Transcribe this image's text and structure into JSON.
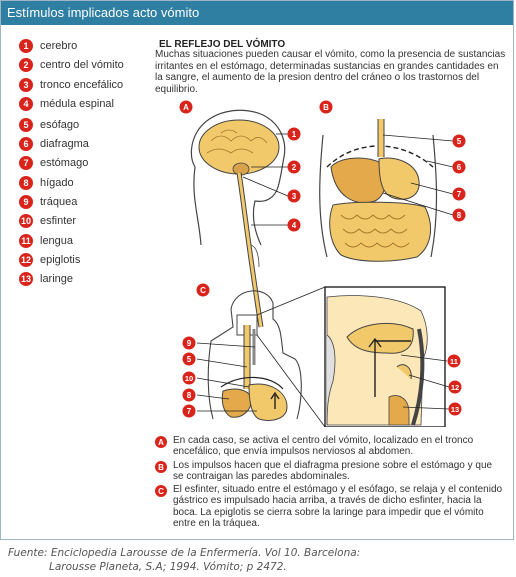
{
  "header": {
    "title": "Estímulos implicados acto vómito"
  },
  "legend": [
    {
      "num": "1",
      "label": "cerebro"
    },
    {
      "num": "2",
      "label": "centro del vómito"
    },
    {
      "num": "3",
      "label": "tronco encefálico"
    },
    {
      "num": "4",
      "label": "médula espinal"
    },
    {
      "num": "5",
      "label": "esófago"
    },
    {
      "num": "6",
      "label": "diafragma"
    },
    {
      "num": "7",
      "label": "estómago"
    },
    {
      "num": "8",
      "label": "hígado"
    },
    {
      "num": "9",
      "label": "tráquea"
    },
    {
      "num": "10",
      "label": "esfinter"
    },
    {
      "num": "11",
      "label": "lengua"
    },
    {
      "num": "12",
      "label": "epiglotis"
    },
    {
      "num": "13",
      "label": "laringe"
    }
  ],
  "section": {
    "title": "EL REFLEJO DEL VÓMITO",
    "intro": "Muchas situaciones pueden causar el vómito, como la presencia de sustancias irritantes en el estómago, determinadas sustancias en grandes cantidades en la sangre, el aumento de la presion dentro del cráneo o los trastornos del equilibrio."
  },
  "diagram": {
    "panel_a": "A",
    "panel_b": "B",
    "panel_c": "C",
    "a_nums": [
      "1",
      "2",
      "3",
      "4"
    ],
    "b_nums": [
      "5",
      "6",
      "7",
      "8"
    ],
    "c_left_nums": [
      "9",
      "5",
      "10",
      "8",
      "7"
    ],
    "c_right_nums": [
      "11",
      "12",
      "13"
    ]
  },
  "notes": [
    {
      "letter": "A",
      "text": "En cada caso, se activa el centro del vómito, localizado en el tronco encefálico, que envía impulsos nerviosos al abdomen."
    },
    {
      "letter": "B",
      "text": "Los impulsos hacen que el diafragma presione sobre el estómago y que se contraigan las paredes abdominales."
    },
    {
      "letter": "C",
      "text": "El esfinter, situado entre el estómago y el esófago, se relaja y el contenido gástrico es impulsado hacia arriba, a través de dicho esfinter, hacia la boca. La epiglotis se cierra sobre la laringe para impedir que el vómito entre en la tráquea."
    }
  ],
  "source": {
    "line1": "Fuente: Enciclopedia Larousse de la Enfermería. Vol 10. Barcelona:",
    "line2": "Larousse Planeta, S.A;  1994. Vómito; p 2472."
  },
  "colors": {
    "header": "#2f7fa3",
    "badge": "#d9241c",
    "organ": "#f2c96a",
    "organ_dark": "#c8902e"
  }
}
